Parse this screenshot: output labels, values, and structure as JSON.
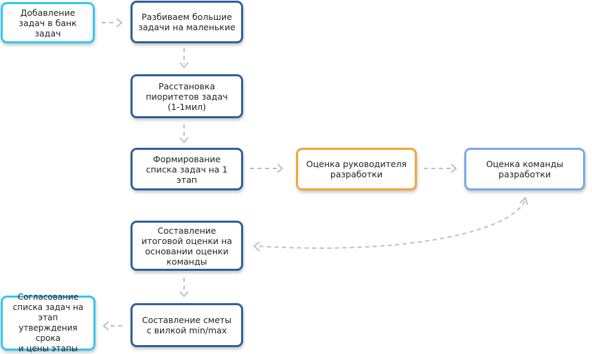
{
  "colors": {
    "primary_border": "#2f5f9a",
    "cyan_border": "#34c6ee",
    "orange_border": "#f0a63a",
    "light_border": "#7aa8e2",
    "arrow": "#bfbfbf"
  },
  "nodes": {
    "add_tasks": "Добавление\nзадач в банк задач",
    "split_tasks": "Разбиваем большие\nзадачи на маленькие",
    "prioritize": "Расстановка\nпиоритетов задач\n(1-1мил)",
    "stage1_list": "Формирование\nсписка задач на 1\nэтап",
    "lead_estimate": "Оценка руководителя\nразработки",
    "team_estimate": "Оценка команды\nразработки",
    "final_estimate": "Составление\nитоговой оценки на\nосновании оценки\nкоманды",
    "budget": "Составление сметы\nс вилкой min/max",
    "approval": "Согласование\nсписка задач на этап\nутверждения срока\nи цены этапы"
  }
}
